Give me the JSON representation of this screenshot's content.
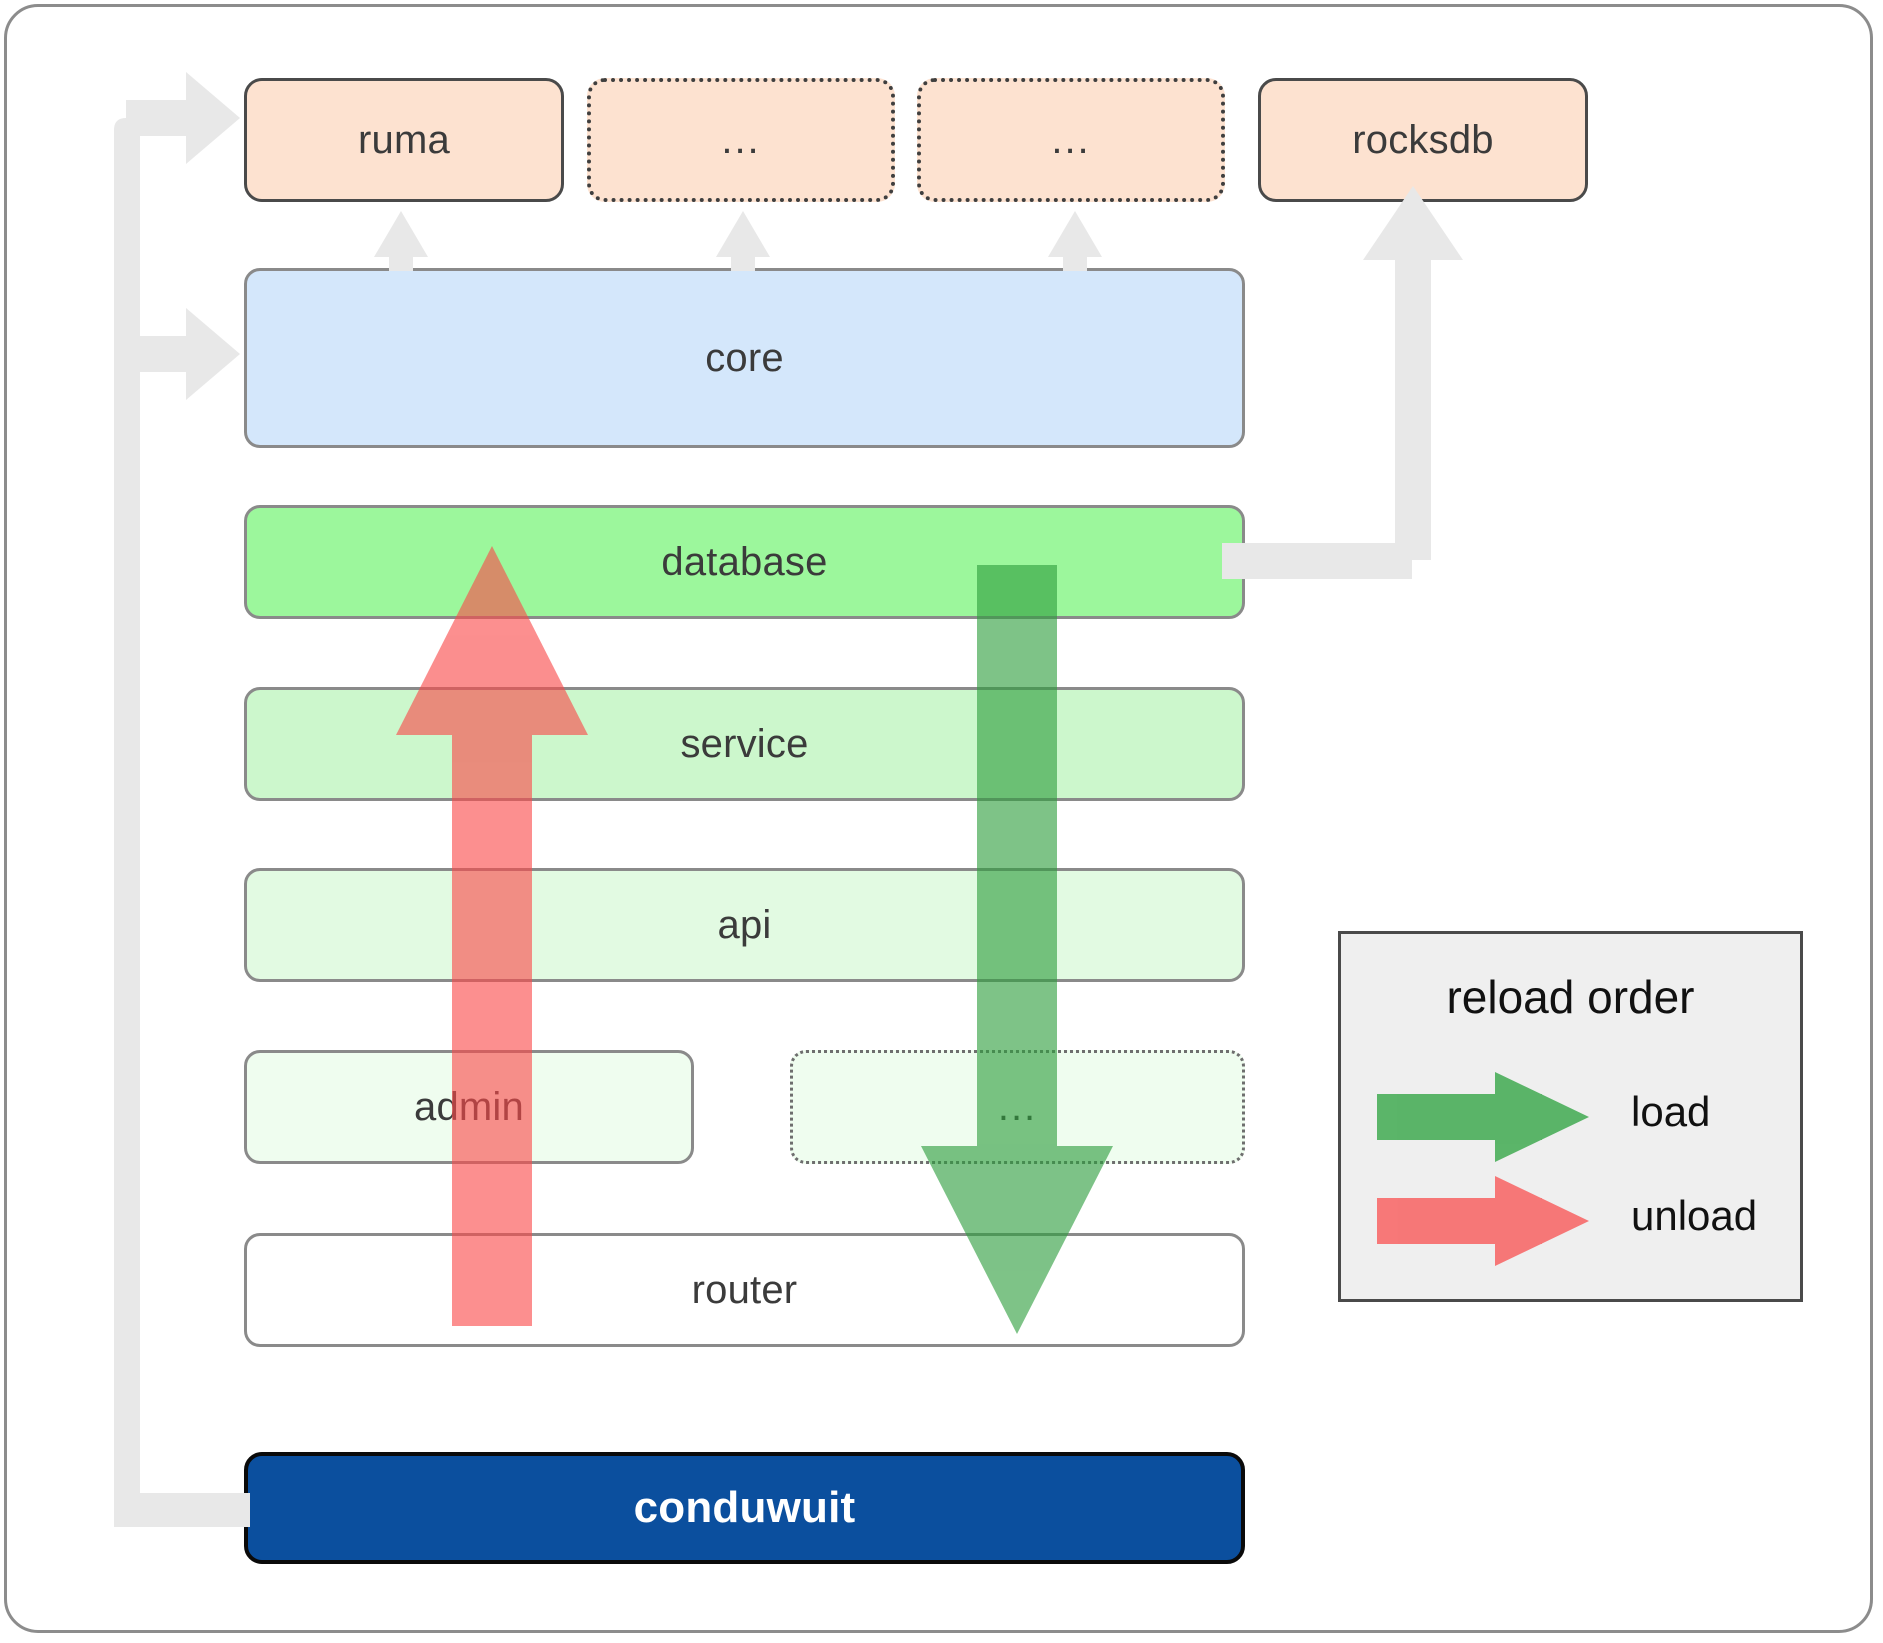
{
  "diagram": {
    "title": "conduwuit crate architecture / reload order",
    "crates": [
      {
        "id": "ruma",
        "label": "ruma",
        "style": "solid",
        "fill": "#fde2d0"
      },
      {
        "id": "dots-1",
        "label": "...",
        "style": "dotted",
        "fill": "#fde2d0"
      },
      {
        "id": "dots-2",
        "label": "...",
        "style": "dotted",
        "fill": "#fde2d0"
      },
      {
        "id": "rocksdb",
        "label": "rocksdb",
        "style": "solid",
        "fill": "#fde2d0"
      }
    ],
    "core": {
      "id": "core",
      "label": "core",
      "fill": "#d4e7fb"
    },
    "layers": [
      {
        "id": "database",
        "label": "database",
        "fill": "#9cf79c",
        "style": "solid"
      },
      {
        "id": "service",
        "label": "service",
        "fill": "#ccf7cc",
        "style": "solid"
      },
      {
        "id": "api",
        "label": "api",
        "fill": "#e2fae2",
        "style": "solid"
      },
      {
        "id": "admin",
        "label": "admin",
        "fill": "#effdef",
        "style": "solid"
      },
      {
        "id": "layer-dots",
        "label": "...",
        "fill": "#effdef",
        "style": "dotted"
      },
      {
        "id": "router",
        "label": "router",
        "fill": "#ffffff",
        "style": "solid"
      }
    ],
    "root": {
      "id": "conduwuit",
      "label": "conduwuit",
      "fill": "#0b4f9e",
      "text_color": "#ffffff"
    },
    "legend": {
      "title": "reload order",
      "items": [
        {
          "id": "load",
          "label": "load",
          "color": "#4caf62"
        },
        {
          "id": "unload",
          "label": "unload",
          "color": "#fa7f7f"
        }
      ]
    },
    "colors": {
      "crate_fill": "#fde2d0",
      "core_fill": "#d4e7fb",
      "load_arrow": "#4caf62",
      "unload_arrow": "#fa7f7f",
      "connector": "#e8e8e8",
      "root_fill": "#0b4f9e",
      "frame_border": "#8c8c8c"
    }
  }
}
